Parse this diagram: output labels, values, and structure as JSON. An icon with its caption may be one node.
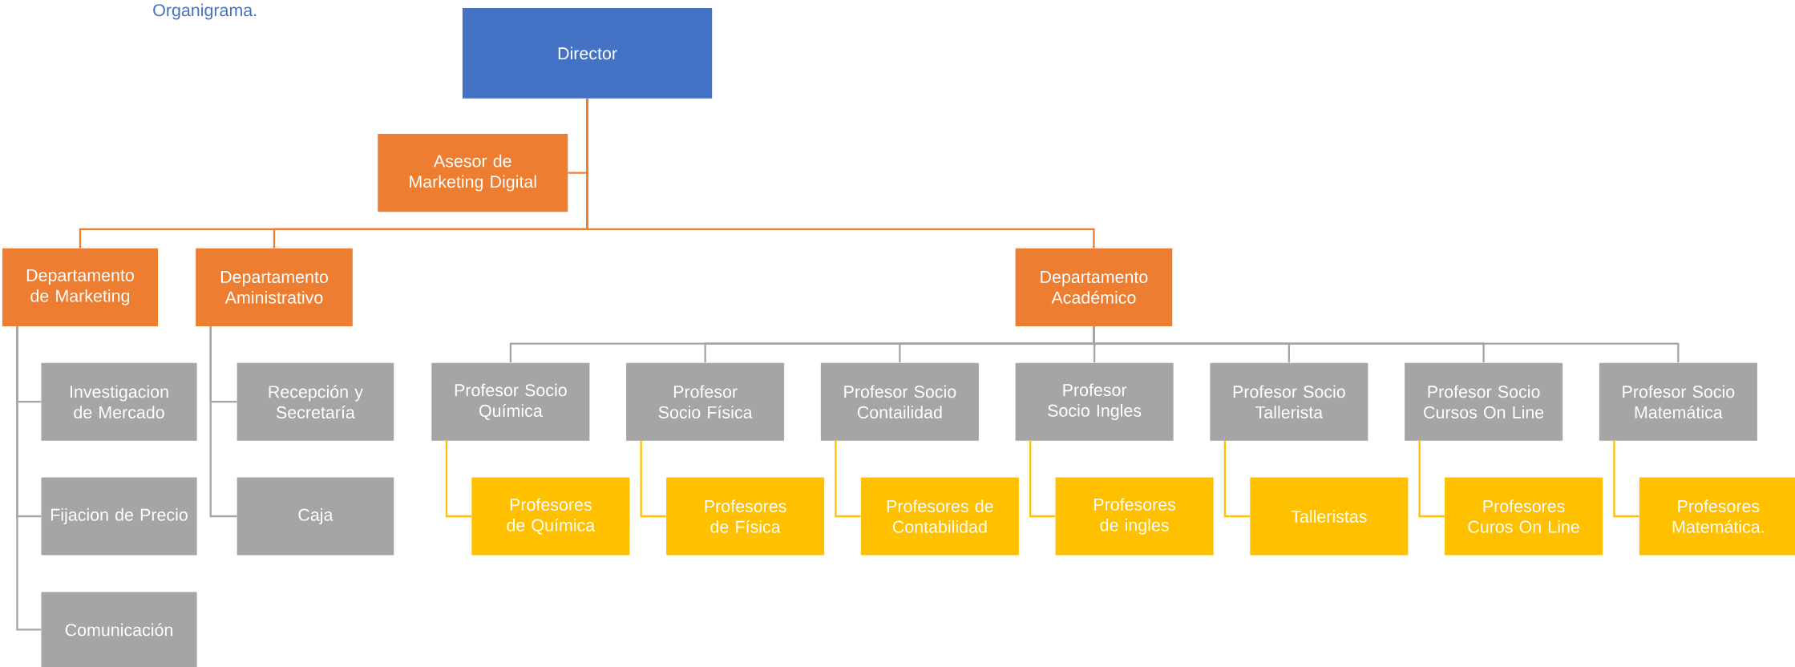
{
  "diagram": {
    "title": "Organigrama.",
    "nodes": [
      {
        "text": [
          "Director"
        ]
      },
      {
        "text": [
          "Asesor de Marketing Digital"
        ]
      },
      {
        "text": [
          "Departamento de Marketing"
        ]
      },
      {
        "text": [
          "Departamento Aministrativo"
        ]
      },
      {
        "text": [
          "Departamento Académico"
        ]
      },
      {
        "text": [
          "Investigacion de Mercado"
        ]
      },
      {
        "text": [
          "Fijacion de Precio"
        ]
      },
      {
        "text": [
          "Comunicación"
        ]
      },
      {
        "text": [
          "Recepción y Secretaría"
        ]
      },
      {
        "text": [
          "Caja"
        ]
      },
      {
        "text": [
          "Profesor Socio Química"
        ]
      },
      {
        "text": [
          "Profesor Socio Física"
        ]
      },
      {
        "text": [
          "Profesor Socio Contailidad"
        ]
      },
      {
        "text": [
          "Profesor Socio Ingles"
        ]
      },
      {
        "text": [
          "Profesor Socio Tallerista"
        ]
      },
      {
        "text": [
          "Profesor Socio Cursos On Line"
        ]
      },
      {
        "text": [
          "Profesor Socio Matemática"
        ]
      },
      {
        "text": [
          "Profesores de Química"
        ]
      },
      {
        "text": [
          "Profesores de Física"
        ]
      },
      {
        "text": [
          "Profesores de Contabilidad"
        ]
      },
      {
        "text": [
          "Profesores de ingles"
        ]
      },
      {
        "text": [
          "Talleristas"
        ]
      },
      {
        "text": [
          "Profesores Curos On Line"
        ]
      },
      {
        "text": [
          "Profesores Matemática."
        ]
      }
    ],
    "edges": [
      {
        "from": 0,
        "to": 1,
        "arrow": "none",
        "color": "#ed7d31"
      },
      {
        "from": 0,
        "to": 2,
        "arrow": "none",
        "color": "#ed7d31"
      },
      {
        "from": 0,
        "to": 3,
        "arrow": "none",
        "color": "#ed7d31"
      },
      {
        "from": 0,
        "to": 4,
        "arrow": "none",
        "color": "#ed7d31"
      },
      {
        "from": 2,
        "to": 5,
        "arrow": "none"
      },
      {
        "from": 2,
        "to": 6,
        "arrow": "none"
      },
      {
        "from": 2,
        "to": 7,
        "arrow": "none"
      },
      {
        "from": 3,
        "to": 8,
        "arrow": "none"
      },
      {
        "from": 3,
        "to": 9,
        "arrow": "none"
      },
      {
        "from": 4,
        "to": 10,
        "arrow": "none"
      },
      {
        "from": 4,
        "to": 11,
        "arrow": "none"
      },
      {
        "from": 4,
        "to": 12,
        "arrow": "none"
      },
      {
        "from": 4,
        "to": 13,
        "arrow": "none"
      },
      {
        "from": 4,
        "to": 14,
        "arrow": "none"
      },
      {
        "from": 4,
        "to": 15,
        "arrow": "none"
      },
      {
        "from": 4,
        "to": 16,
        "arrow": "none"
      },
      {
        "from": 10,
        "to": 17,
        "arrow": "none",
        "color": "#ffc000"
      },
      {
        "from": 11,
        "to": 18,
        "arrow": "none",
        "color": "#ffc000"
      },
      {
        "from": 12,
        "to": 19,
        "arrow": "none",
        "color": "#ffc000"
      },
      {
        "from": 13,
        "to": 20,
        "arrow": "none",
        "color": "#ffc000"
      },
      {
        "from": 14,
        "to": 21,
        "arrow": "none",
        "color": "#ffc000"
      },
      {
        "from": 15,
        "to": 22,
        "arrow": "none",
        "color": "#ffc000"
      },
      {
        "from": 16,
        "to": 23,
        "arrow": "none",
        "color": "#ffc000"
      }
    ]
  }
}
